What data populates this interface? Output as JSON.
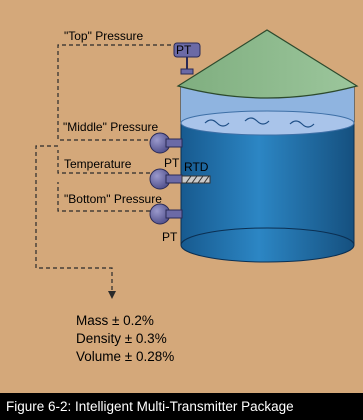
{
  "figure": {
    "caption": "Figure 6-2: Intelligent Multi-Transmitter Package",
    "colors": {
      "background": "#d4a87a",
      "roof": "#8ab98a",
      "tank_body": "#1f6fab",
      "liquid_surface": "#a9c4ea",
      "transmitter": "#6b6aa6",
      "caption_bar": "#000000",
      "caption_text": "#ffffff"
    },
    "labels": {
      "top_pressure": "\"Top\" Pressure",
      "middle_pressure": "\"Middle\" Pressure",
      "temperature": "Temperature",
      "bottom_pressure": "\"Bottom\" Pressure",
      "pt_top": "PT",
      "pt_middle": "PT",
      "rtd": "RTD",
      "pt_bottom": "PT"
    },
    "measurements": [
      {
        "label": "Mass ± 0.2%"
      },
      {
        "label": "Density ± 0.3%"
      },
      {
        "label": "Volume ± 0.28%"
      }
    ]
  }
}
